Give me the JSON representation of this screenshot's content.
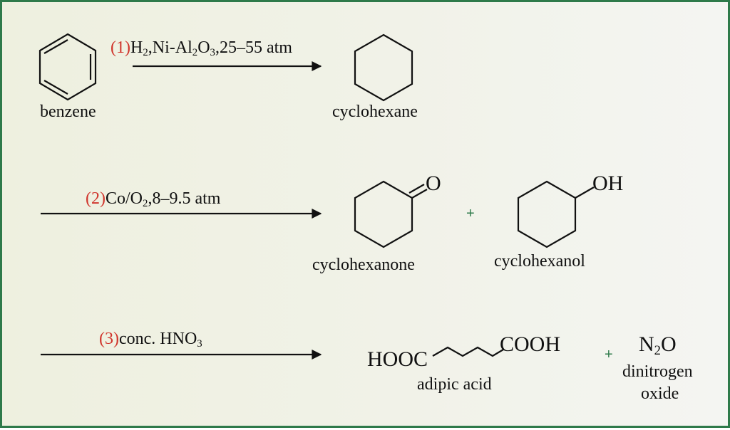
{
  "steps": [
    {
      "number": "(1)",
      "conditions": {
        "p1": "H",
        "s1": "2",
        "p2": ",Ni-Al",
        "s2": "2",
        "p3": "O",
        "s3": "3",
        "p4": ",25–55 atm"
      },
      "reactant_label": "benzene",
      "product_label": "cyclohexane"
    },
    {
      "number": "(2)",
      "conditions": {
        "p1": "Co/O",
        "s1": "2",
        "p2": ",8–9.5 atm"
      },
      "products": [
        {
          "label": "cyclohexanone",
          "group": "O"
        },
        {
          "label": "cyclohexanol",
          "group": "OH"
        }
      ],
      "plus": "+"
    },
    {
      "number": "(3)",
      "conditions": {
        "p1": "conc. HNO",
        "s1": "3"
      },
      "products": [
        {
          "label": "adipic acid",
          "left_group": "HOOC",
          "right_group": "COOH"
        },
        {
          "formula_a": "N",
          "formula_sub": "2",
          "formula_b": "O",
          "label_line1": "dinitrogen",
          "label_line2": "oxide"
        }
      ],
      "plus": "+"
    }
  ],
  "colors": {
    "frame": "#2e7a4a",
    "step_number": "#d0342c",
    "plus": "#2e7a4a"
  }
}
